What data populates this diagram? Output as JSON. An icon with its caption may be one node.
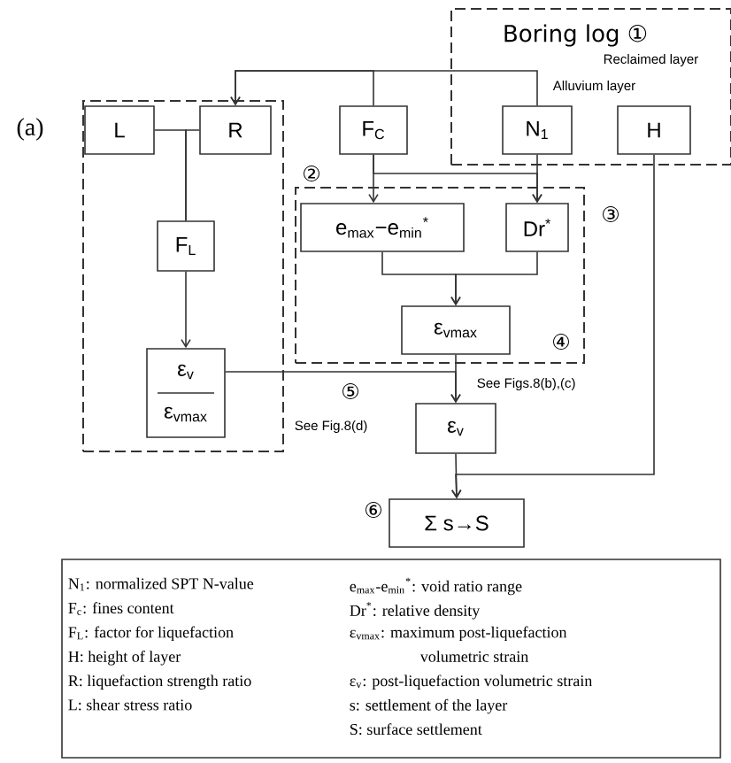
{
  "diagram": {
    "nodes": [
      {
        "text": [
          "Boring log ①",
          "Reclaimed layer",
          "Alluvium layer"
        ]
      },
      {
        "text": [],
        "shape": "box"
      },
      {
        "text": [
          "L"
        ],
        "in": 1
      },
      {
        "text": [
          "R"
        ],
        "in": 1
      },
      {
        "text": [
          "F$_{C}$"
        ]
      },
      {
        "text": [
          "N$_{1}$"
        ],
        "in": 0
      },
      {
        "text": [
          "H"
        ],
        "in": 0
      },
      {
        "text": [
          "②",
          "③"
        ]
      },
      {
        "text": [
          "e$_{max}$−e$_{min}$$^{*}$"
        ],
        "in": 7
      },
      {
        "text": [
          "Dr$^{*}$"
        ],
        "in": 7
      },
      {
        "text": [
          "F$_{L}$"
        ],
        "in": 1
      },
      {
        "text": [
          "ε$_{v}$",
          "ε$_{vmax}$"
        ],
        "in": 1
      },
      {
        "text": [
          "ε$_{vmax}$"
        ],
        "in": 7,
        "beside": [
          "④"
        ]
      },
      {
        "text": [
          "ε$_{v}$"
        ]
      },
      {
        "text": [
          "Σ s→S"
        ],
        "beside": [
          "⑥"
        ]
      },
      {
        "text": [
          "N$_{1}$: normalized SPT N-value",
          "e$_{max}$-e$_{min}$$^{*}$: void ratio range",
          "F$_{c}$: fines content",
          "Dr$^{*}$: relative density",
          "F$_{L}$: factor for liquefaction",
          "ε$_{vmax}$: maximum post-liquefaction volumetric strain",
          "H: height of layer",
          "R: liquefaction strength ratio",
          "ε$_{v}$: post-liquefaction volumetric strain",
          "L: shear stress ratio",
          "s: settlement of the layer",
          "S: surface settlement"
        ]
      }
    ],
    "edges": [
      {
        "from": 4,
        "to": 3,
        "arrow": "to"
      },
      {
        "from": 5,
        "to": 3,
        "arrow": "to"
      },
      {
        "from": 2,
        "to": 10,
        "arrow": "none"
      },
      {
        "from": 3,
        "to": 10,
        "arrow": "none"
      },
      {
        "from": 10,
        "to": 11,
        "arrow": "to"
      },
      {
        "from": 4,
        "to": 8,
        "arrow": "to"
      },
      {
        "from": 4,
        "to": 9,
        "arrow": "to"
      },
      {
        "from": 5,
        "to": 9,
        "arrow": "to"
      },
      {
        "from": 8,
        "to": 12,
        "arrow": "to"
      },
      {
        "from": 9,
        "to": 12,
        "arrow": "to"
      },
      {
        "from": 11,
        "to": 13,
        "arrow": "to"
      },
      {
        "from": 12,
        "to": 13,
        "arrow": "to"
      },
      {
        "from": 13,
        "to": 14,
        "arrow": "to"
      },
      {
        "from": 6,
        "to": 14,
        "arrow": "to"
      }
    ],
    "labels": [
      "(a)",
      "⑤",
      "See Figs.8(b),(c)",
      "See Fig.8(d)"
    ]
  }
}
